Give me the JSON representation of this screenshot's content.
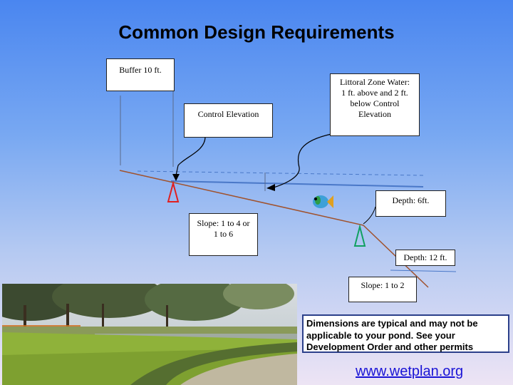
{
  "title": "Common Design Requirements",
  "labels": {
    "buffer": "Buffer 10 ft.",
    "control_elevation": "Control Elevation",
    "littoral_line1": "Littoral Zone Water:",
    "littoral_line2": "1 ft. above and 2 ft.",
    "littoral_line3": "below Control",
    "littoral_line4": "Elevation",
    "depth6": "Depth: 6ft.",
    "slope_shallow_line1": "Slope: 1 to 4 or",
    "slope_shallow_line2": "1 to 6",
    "depth12": "Depth: 12 ft.",
    "slope_steep": "Slope: 1 to 2"
  },
  "note": {
    "line1": "Dimensions are typical and may not be",
    "line2": "applicable to your pond.  See your",
    "line3": "Development Order and other permits"
  },
  "url": "www.wetplan.org",
  "colors": {
    "slope_line": "#a0522d",
    "water_line": "#4a78c8",
    "marker_red": "#e02020",
    "marker_green": "#10a060",
    "note_border": "#2b3f8a",
    "url": "#1a14d6"
  }
}
